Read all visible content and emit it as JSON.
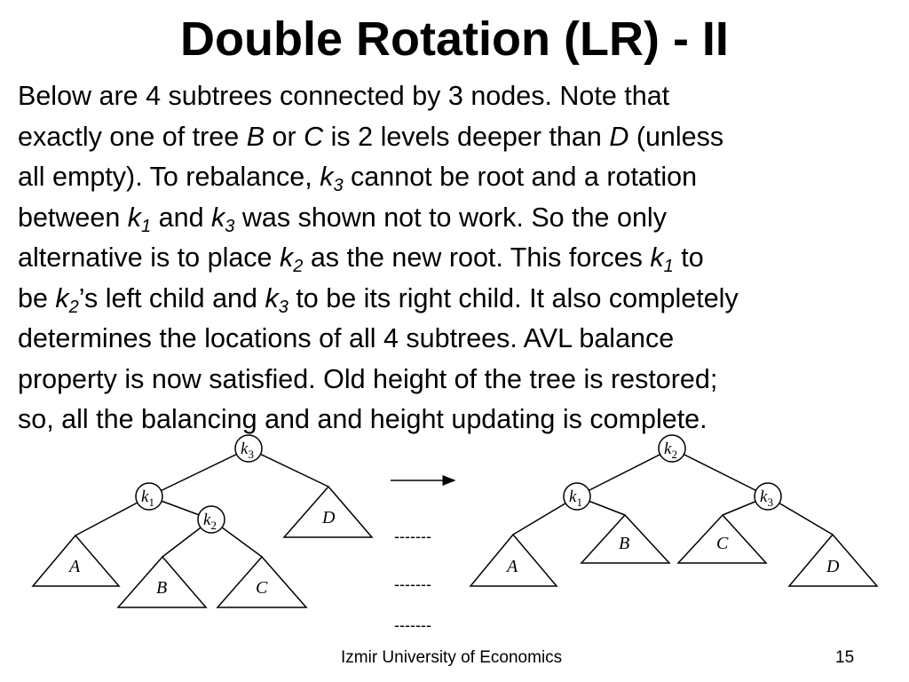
{
  "title": "Double Rotation (LR) - II",
  "paragraph": {
    "lines": [
      [
        {
          "t": "Below are 4 subtrees connected by 3 nodes. Note that"
        }
      ],
      [
        {
          "t": "exactly one of tree "
        },
        {
          "t": "B",
          "i": 1
        },
        {
          "t": " or "
        },
        {
          "t": "C",
          "i": 1
        },
        {
          "t": " is 2 levels deeper than "
        },
        {
          "t": "D",
          "i": 1
        },
        {
          "t": " (unless"
        }
      ],
      [
        {
          "t": "all empty). To rebalance, "
        },
        {
          "t": "k",
          "i": 1
        },
        {
          "t": "3",
          "s": 1
        },
        {
          "t": " cannot be root and a rotation"
        }
      ],
      [
        {
          "t": "between "
        },
        {
          "t": "k",
          "i": 1
        },
        {
          "t": "1",
          "s": 1
        },
        {
          "t": " and "
        },
        {
          "t": "k",
          "i": 1
        },
        {
          "t": "3",
          "s": 1
        },
        {
          "t": " was shown not to work. So the only"
        }
      ],
      [
        {
          "t": "alternative is to place "
        },
        {
          "t": "k",
          "i": 1
        },
        {
          "t": "2",
          "s": 1
        },
        {
          "t": " as the new root. This forces "
        },
        {
          "t": "k",
          "i": 1
        },
        {
          "t": "1",
          "s": 1
        },
        {
          "t": " to"
        }
      ],
      [
        {
          "t": "be "
        },
        {
          "t": "k",
          "i": 1
        },
        {
          "t": "2",
          "s": 1
        },
        {
          "t": "’s left child and "
        },
        {
          "t": "k",
          "i": 1
        },
        {
          "t": "3",
          "s": 1
        },
        {
          "t": " to be its right child. It also completely"
        }
      ],
      [
        {
          "t": "determines the locations of all 4 subtrees. AVL balance"
        }
      ],
      [
        {
          "t": "property is now satisfied. Old height of the tree is restored;"
        }
      ],
      [
        {
          "t": "so, all the balancing and and height updating is complete."
        }
      ]
    ]
  },
  "diagram": {
    "before": {
      "nodes": [
        {
          "id": "k3",
          "label": "k",
          "sub": "3"
        },
        {
          "id": "k1",
          "label": "k",
          "sub": "1"
        },
        {
          "id": "k2",
          "label": "k",
          "sub": "2"
        }
      ],
      "subtrees": [
        {
          "id": "A",
          "label": "A"
        },
        {
          "id": "B",
          "label": "B"
        },
        {
          "id": "C",
          "label": "C"
        },
        {
          "id": "D",
          "label": "D"
        }
      ]
    },
    "after": {
      "nodes": [
        {
          "id": "k2",
          "label": "k",
          "sub": "2"
        },
        {
          "id": "k1",
          "label": "k",
          "sub": "1"
        },
        {
          "id": "k3",
          "label": "k",
          "sub": "3"
        }
      ],
      "subtrees": [
        {
          "id": "A",
          "label": "A"
        },
        {
          "id": "B",
          "label": "B"
        },
        {
          "id": "C",
          "label": "C"
        },
        {
          "id": "D",
          "label": "D"
        }
      ]
    },
    "dashes": [
      "-------",
      "-------",
      "-------"
    ]
  },
  "footer": {
    "institution": "Izmir University of Economics",
    "page": "15"
  }
}
